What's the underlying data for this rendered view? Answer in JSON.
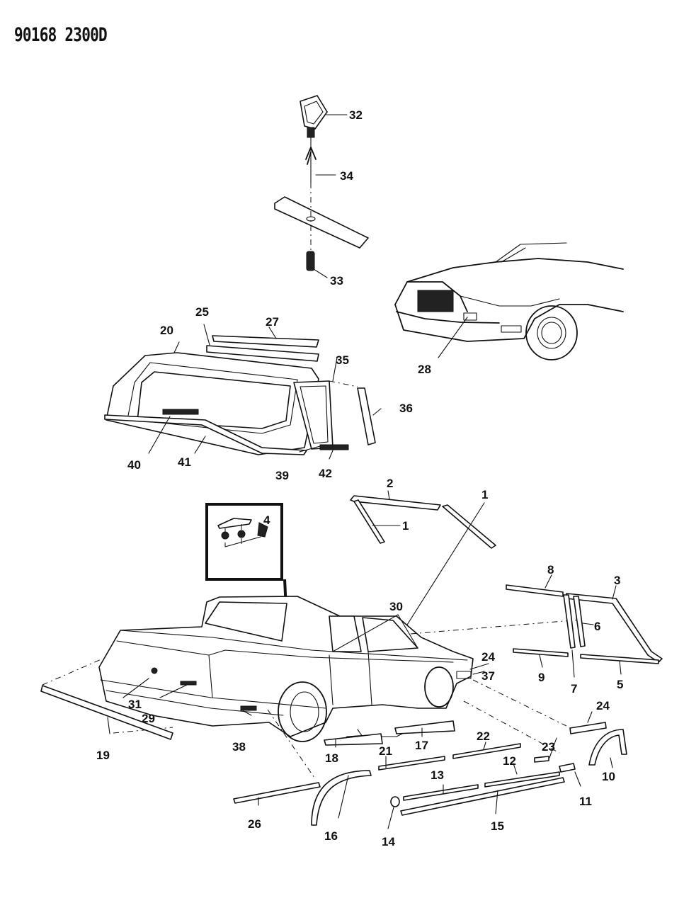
{
  "header": {
    "drawing_number": "90168 2300D"
  },
  "callouts": {
    "c1a": "1",
    "c1b": "1",
    "c2": "2",
    "c3": "3",
    "c4": "4",
    "c5": "5",
    "c6": "6",
    "c7": "7",
    "c8": "8",
    "c9": "9",
    "c10": "10",
    "c11": "11",
    "c12": "12",
    "c13": "13",
    "c14": "14",
    "c15": "15",
    "c16": "16",
    "c17": "17",
    "c18": "18",
    "c19": "19",
    "c20": "20",
    "c21": "21",
    "c22": "22",
    "c23": "23",
    "c24a": "24",
    "c24b": "24",
    "c25": "25",
    "c26": "26",
    "c27": "27",
    "c28": "28",
    "c29": "29",
    "c30": "30",
    "c31": "31",
    "c32": "32",
    "c33": "33",
    "c34": "34",
    "c35": "35",
    "c36": "36",
    "c37": "37",
    "c38": "38",
    "c39": "39",
    "c40": "40",
    "c41": "41",
    "c42": "42"
  }
}
